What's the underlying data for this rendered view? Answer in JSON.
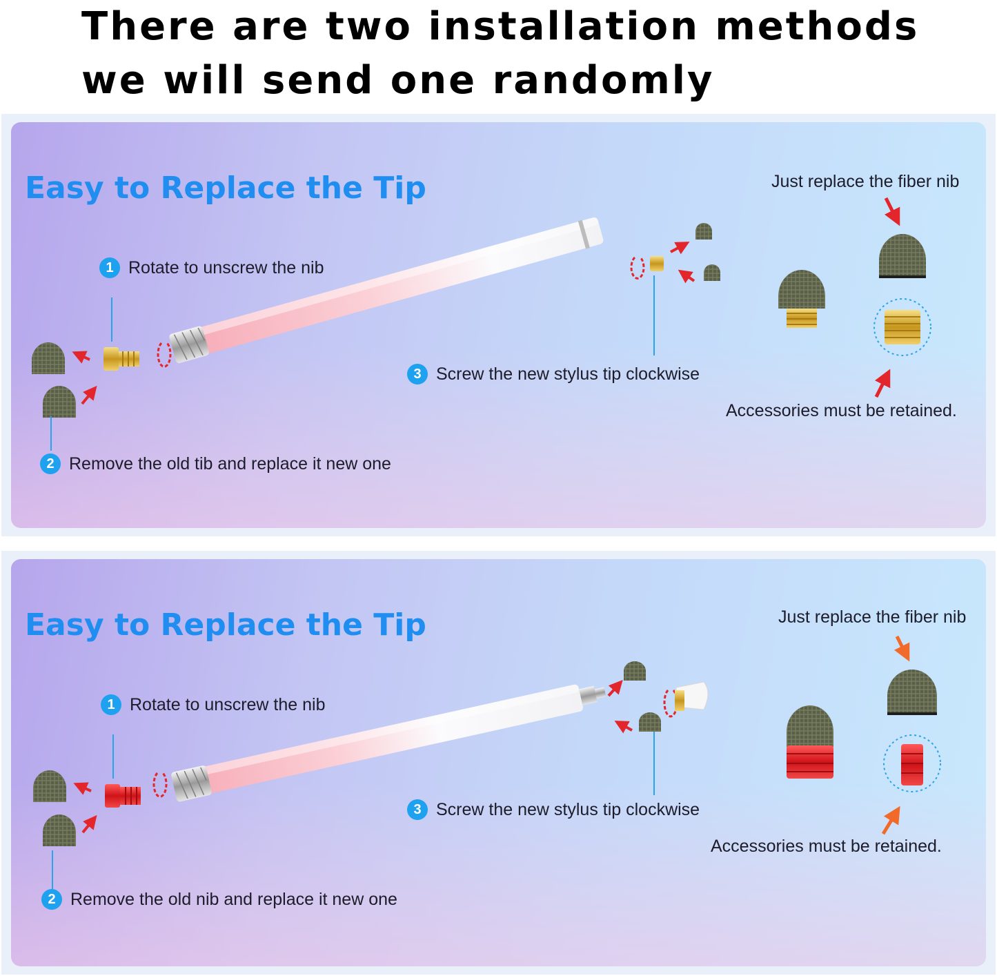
{
  "headline": {
    "line1": "There are two installation methods",
    "line2": "we will send one randomly"
  },
  "panels": [
    {
      "title": "Easy to Replace the Tip",
      "step1": {
        "number": "1",
        "text": "Rotate to unscrew the nib"
      },
      "step2": {
        "number": "2",
        "text": "Remove the old tib and replace it  new one"
      },
      "step3": {
        "number": "3",
        "text": "Screw the new stylus tip clockwise"
      },
      "note_top": "Just replace the fiber nib",
      "note_bottom": "Accessories must be retained.",
      "connector_color": "#d9a526",
      "arrow_color": "#e2262b"
    },
    {
      "title": "Easy to Replace the Tip",
      "step1": {
        "number": "1",
        "text": "Rotate to unscrew the nib"
      },
      "step2": {
        "number": "2",
        "text": "Remove the old nib and replace it  new one"
      },
      "step3": {
        "number": "3",
        "text": "Screw the new stylus tip clockwise"
      },
      "note_top": "Just replace the fiber nib",
      "note_bottom": "Accessories must be retained.",
      "connector_color": "#e31b23",
      "arrow_color": "#f26a2a"
    }
  ]
}
